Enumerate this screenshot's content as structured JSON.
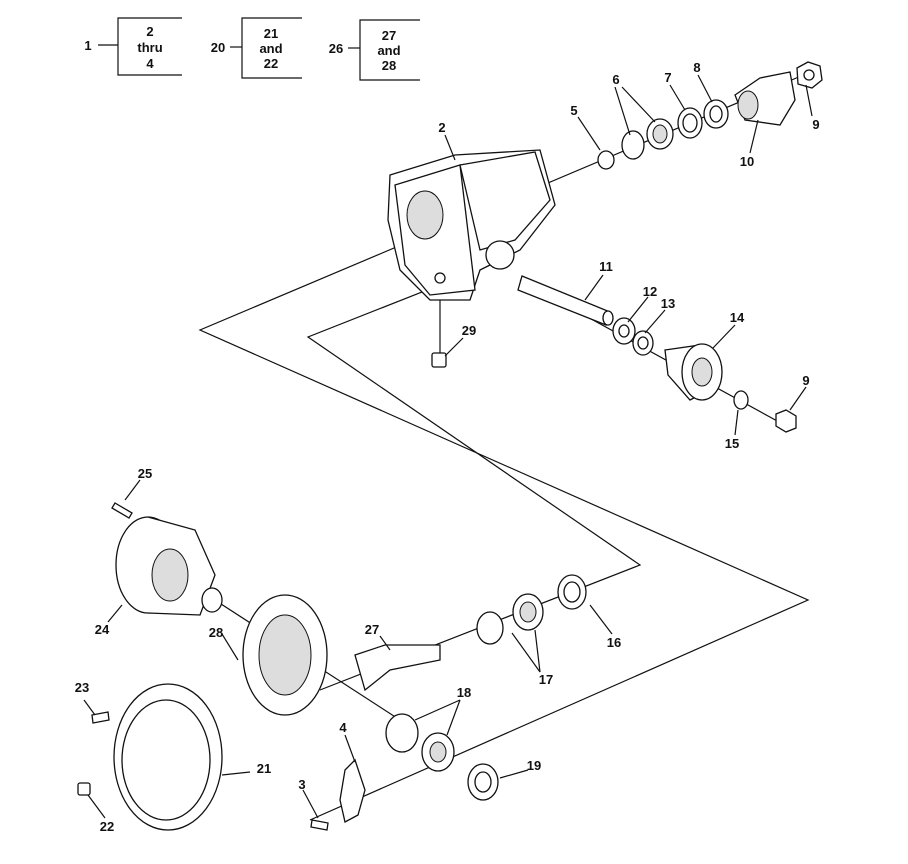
{
  "legend": [
    {
      "ref": "1",
      "lines": [
        "2",
        "thru",
        "4"
      ]
    },
    {
      "ref": "20",
      "lines": [
        "21",
        "and",
        "22"
      ]
    },
    {
      "ref": "26",
      "lines": [
        "27",
        "and",
        "28"
      ]
    }
  ],
  "callouts": {
    "c2": "2",
    "c3": "3",
    "c4": "4",
    "c5": "5",
    "c6": "6",
    "c7": "7",
    "c8": "8",
    "c9a": "9",
    "c9b": "9",
    "c10": "10",
    "c11": "11",
    "c12": "12",
    "c13": "13",
    "c14": "14",
    "c15": "15",
    "c16": "16",
    "c17": "17",
    "c18": "18",
    "c19": "19",
    "c21": "21",
    "c22": "22",
    "c23": "23",
    "c24": "24",
    "c25": "25",
    "c27": "27",
    "c28": "28",
    "c29": "29"
  }
}
